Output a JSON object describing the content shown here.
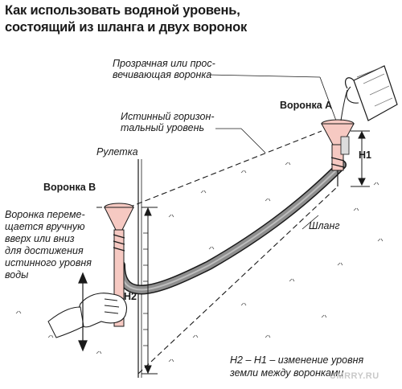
{
  "title": {
    "line1": "Как использовать водяной уровень,",
    "line2": "состоящий из шланга и двух воронок"
  },
  "labels": {
    "transparent_funnel_1": "Прозрачная или прос-",
    "transparent_funnel_2": "вечивающая воронка",
    "true_level_1": "Истинный горизон-",
    "true_level_2": "тальный уровень",
    "funnel_a": "Воронка А",
    "funnel_b": "Воронка В",
    "tape": "Рулетка",
    "hose": "Шланг",
    "h1": "H1",
    "h2": "H2",
    "funnel_b_note_1": "Воронка переме-",
    "funnel_b_note_2": "щается вручную",
    "funnel_b_note_3": "вверх или вниз",
    "funnel_b_note_4": "для достижения",
    "funnel_b_note_5": "истинного уровня",
    "funnel_b_note_6": "воды",
    "formula_1": "H2 – H1 – изменение уровня",
    "formula_2": "земли между воронками"
  },
  "watermark": "UMRRY.RU",
  "colors": {
    "ink": "#1a1a1a",
    "funnel_fill": "#f6c9c2",
    "hose_fill": "#8e8e8e",
    "background": "#ffffff"
  }
}
